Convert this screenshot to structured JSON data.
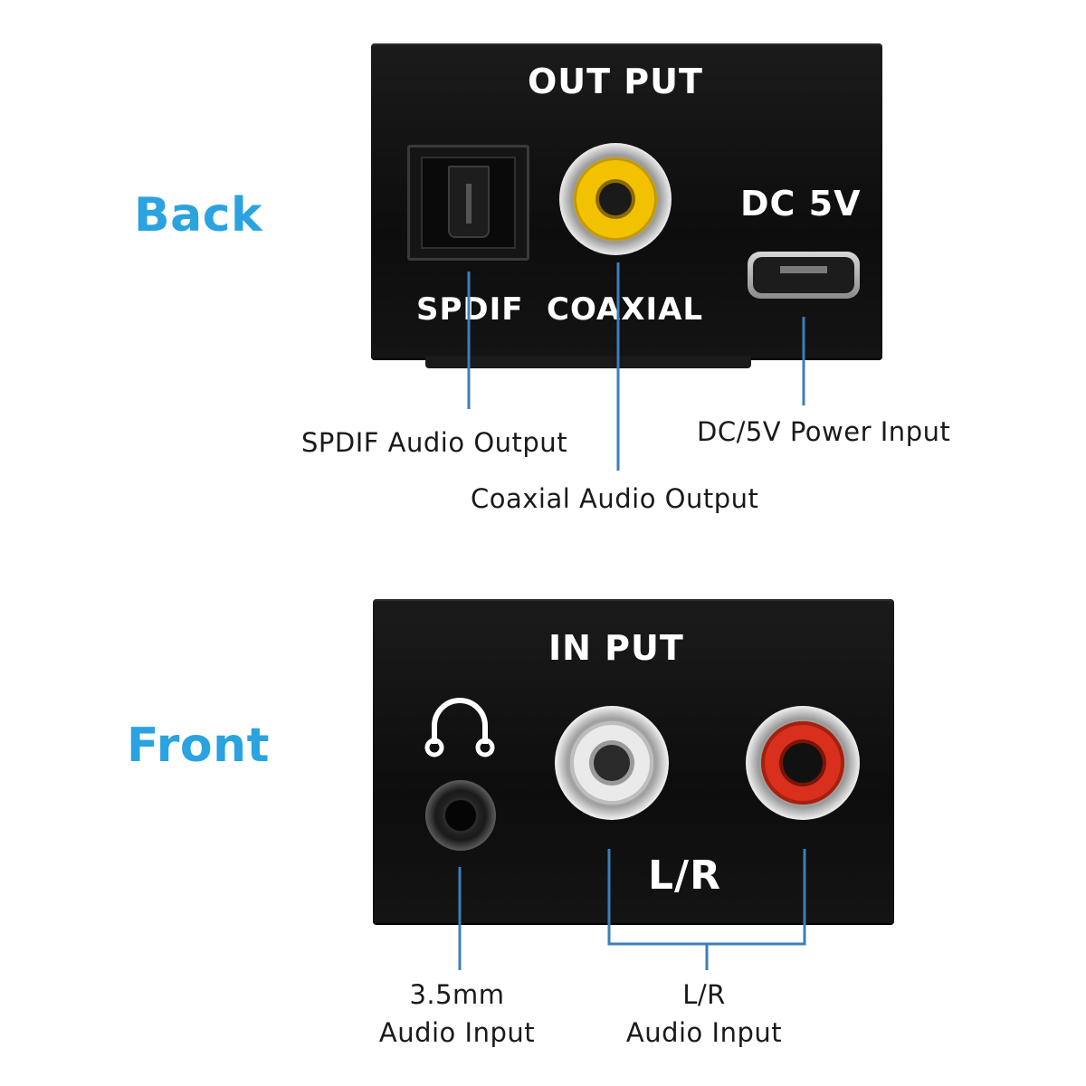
{
  "back": {
    "side_label": "Back",
    "panel_heading": "OUT PUT",
    "port_labels": {
      "spdif": "SPDIF",
      "coaxial": "COAXIAL",
      "dc": "DC 5V"
    },
    "callouts": {
      "spdif": "SPDIF Audio Output",
      "coaxial": "Coaxial Audio Output",
      "power": "DC/5V Power Input"
    }
  },
  "front": {
    "side_label": "Front",
    "panel_heading": "IN PUT",
    "port_labels": {
      "lr": "L/R"
    },
    "callouts": {
      "jack_line1": "3.5mm",
      "jack_line2": "Audio Input",
      "lr_line1": "L/R",
      "lr_line2": "Audio Input"
    }
  },
  "colors": {
    "label_blue": "#2aa3e0",
    "leader_line": "#3b7fb8",
    "panel": "#111111",
    "coax_yellow": "#f2c200",
    "rca_white": "#e8e8e8",
    "rca_red": "#d8301c"
  },
  "icons": {
    "headphone": "headphone-icon"
  }
}
